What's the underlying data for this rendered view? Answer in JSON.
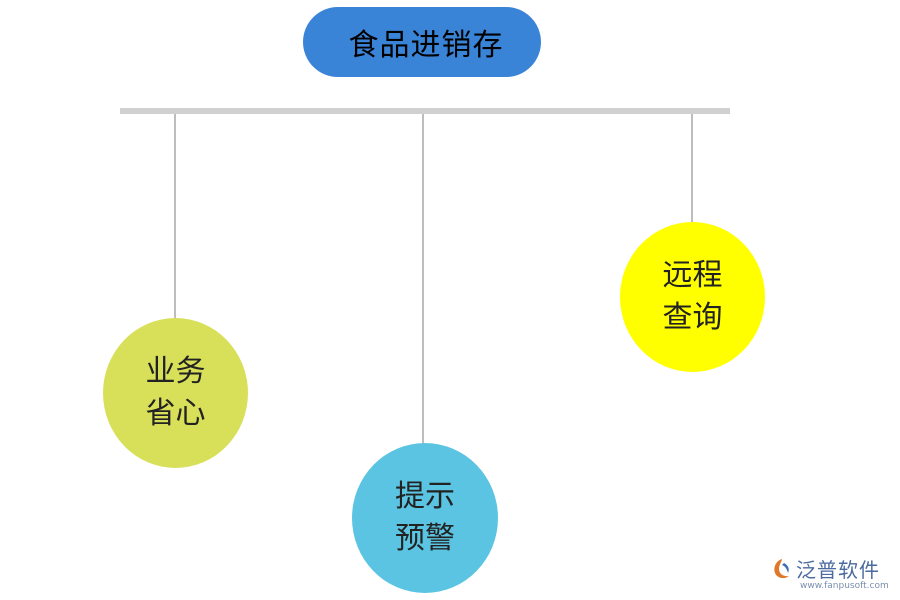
{
  "title": "食品进销存",
  "nodes": [
    {
      "line1": "业务",
      "line2": "省心",
      "color": "#d8e05a"
    },
    {
      "line1": "提示",
      "line2": "预警",
      "color": "#5bc4e2"
    },
    {
      "line1": "远程",
      "line2": "查询",
      "color": "#ffff00"
    }
  ],
  "logo": {
    "name": "泛普软件",
    "url": "www.fanpusoft.com"
  },
  "colors": {
    "title_bg": "#3a84d8",
    "connector": "#bdbdbd",
    "bar": "#d0d0d0"
  }
}
